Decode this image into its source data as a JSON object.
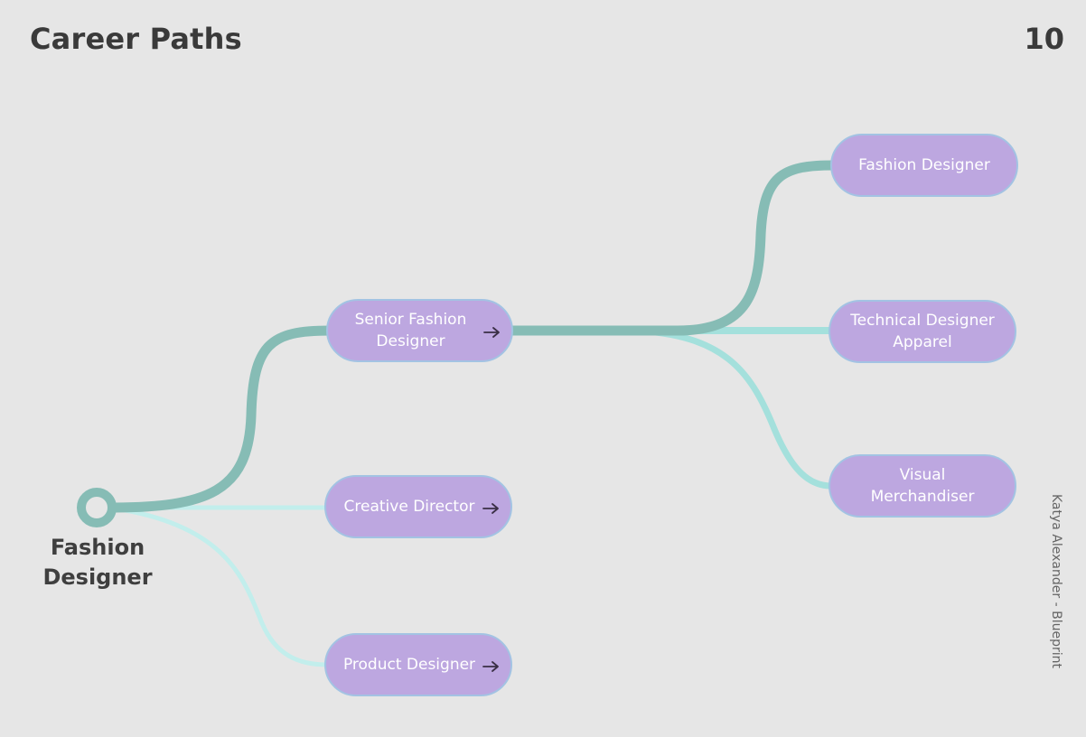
{
  "header": {
    "title": "Career Paths",
    "page_number": "10"
  },
  "start": {
    "label_line1": "Fashion",
    "label_line2": "Designer"
  },
  "nodes": {
    "senior_fashion_designer": {
      "line1": "Senior Fashion",
      "line2": "Designer"
    },
    "creative_director": {
      "label": "Creative Director"
    },
    "product_designer": {
      "label": "Product Designer"
    },
    "fashion_designer": {
      "label": "Fashion Designer"
    },
    "technical_designer": {
      "line1": "Technical Designer",
      "line2": "Apparel"
    },
    "visual_merchandiser": {
      "line1": "Visual",
      "line2": "Merchandiser"
    }
  },
  "credit": "Katya Alexander - Blueprint",
  "colors": {
    "background": "#e6e6e6",
    "node_fill": "#bda7e0",
    "node_border": "#a3c3e3",
    "main_path": "#86bcb5",
    "secondary_path": "#a4e0dc",
    "faint_path": "#c2eeec",
    "title_text": "#3a3a3a"
  },
  "icons": {
    "start_marker": "ring-marker-icon",
    "node_arrow": "arrow-right-icon"
  }
}
